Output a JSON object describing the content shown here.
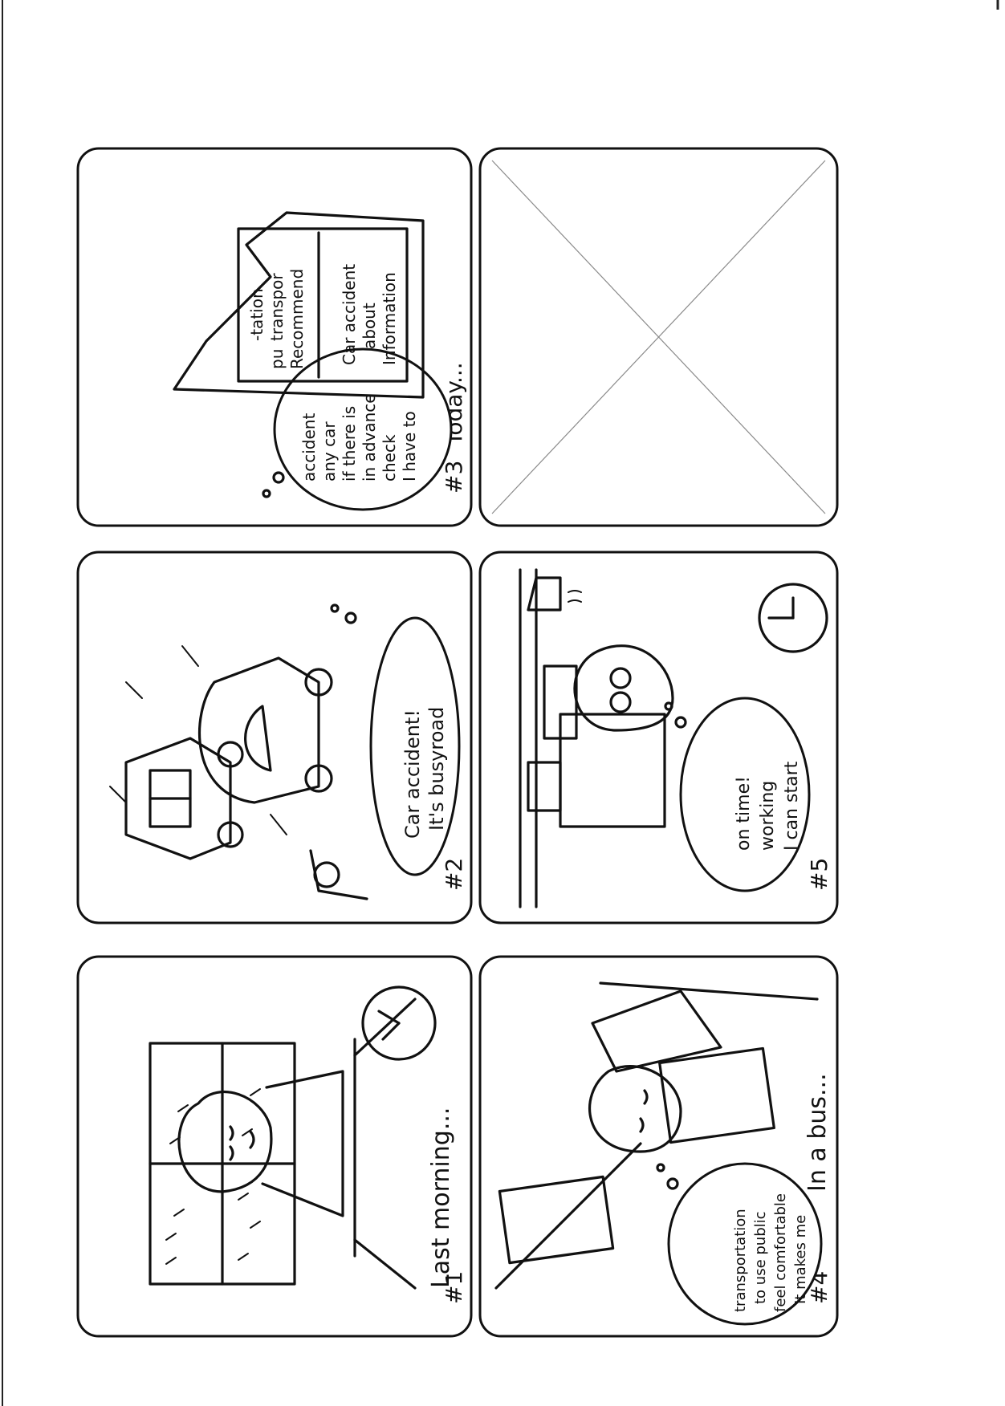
{
  "panels": [
    {
      "id": 1,
      "number": "#1",
      "caption": "Last morning...",
      "bubble": []
    },
    {
      "id": 2,
      "number": "#2",
      "caption": "",
      "bubble": [
        "Car accident!",
        "It's busyroad"
      ]
    },
    {
      "id": 3,
      "number": "#3",
      "caption": "Today...",
      "bubble": [
        "I have to",
        "check",
        "in advance",
        "if there is",
        "any car",
        "accident"
      ],
      "screen": [
        "Information",
        "about",
        "Car accident",
        "Recommend",
        "pu",
        "transpor",
        "-tation"
      ]
    },
    {
      "id": 4,
      "number": "#4",
      "caption": "In a bus...",
      "bubble": [
        "It makes me",
        "feel comfortable",
        "to use public",
        "transportation"
      ]
    },
    {
      "id": 5,
      "number": "#5",
      "caption": "",
      "bubble": [
        "I can start",
        "working",
        "on time!"
      ]
    },
    {
      "id": 6,
      "number": "",
      "caption": "",
      "bubble": [],
      "placeholder": "crossed-out"
    }
  ],
  "colors": {
    "ink": "#111111",
    "paper": "#ffffff",
    "pencil": "#8a8a8a"
  }
}
